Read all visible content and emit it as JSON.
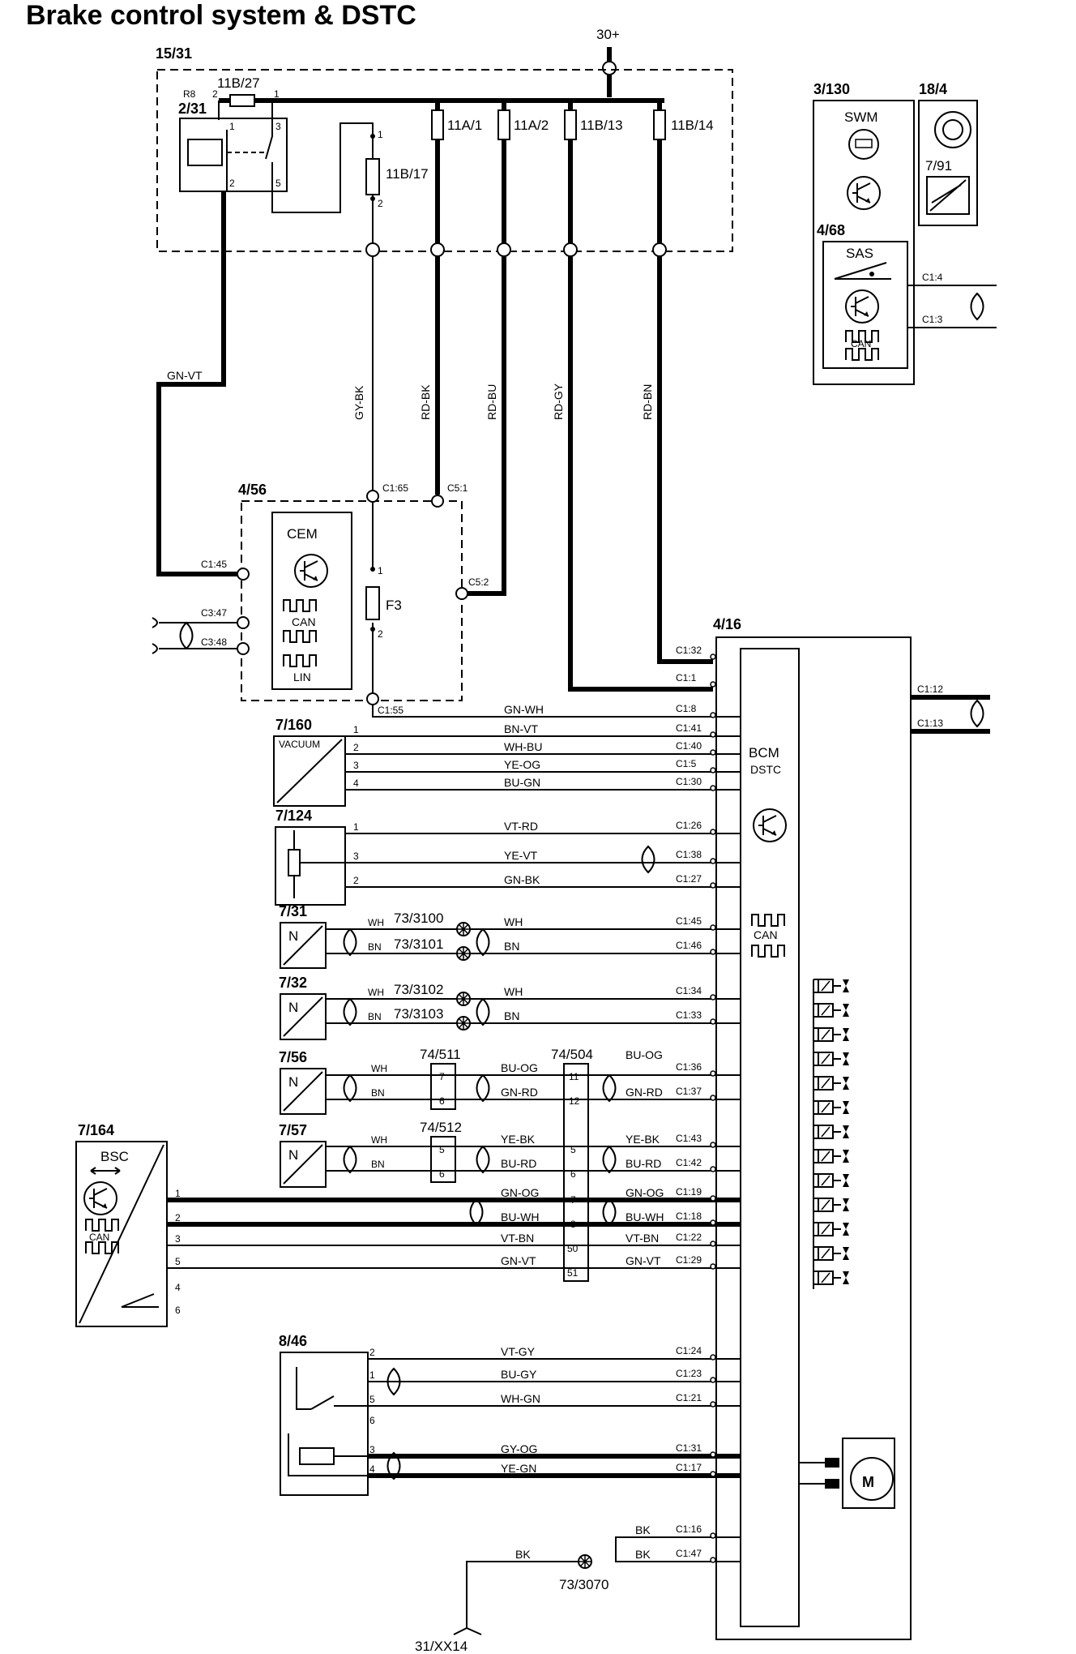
{
  "title": "Brake control system & DSTC",
  "supply": "30+",
  "ground": "31/XX14",
  "components": {
    "fusebox": "15/31",
    "relay": "2/31",
    "relay_ref": "R8",
    "cem": "4/56",
    "cem_name": "CEM",
    "can": "CAN",
    "lin": "LIN",
    "fuse_f3": "F3",
    "swm_box": "3/130",
    "swm": "SWM",
    "horn": "18/4",
    "horn_sensor": "7/91",
    "sas_box": "4/68",
    "sas": "SAS",
    "bcm_box": "4/16",
    "bcm": "BCM",
    "dstc": "DSTC",
    "vacuum_sensor": "7/160",
    "vacuum": "VACUUM",
    "pot_sensor": "7/124",
    "wss1": "7/31",
    "wss2": "7/32",
    "wss3": "7/56",
    "wss4": "7/57",
    "bsc_box": "7/164",
    "bsc": "BSC",
    "switch_box": "8/46",
    "n": "N",
    "conn_511": "74/511",
    "conn_512": "74/512",
    "conn_504": "74/504",
    "splice_ground": "73/3070"
  },
  "fuses": [
    "11B/27",
    "11B/17",
    "11A/1",
    "11A/2",
    "11B/13",
    "11B/14"
  ],
  "wire_colors": {
    "gn_vt": "GN-VT",
    "gy_bk": "GY-BK",
    "rd_bk": "RD-BK",
    "rd_bu": "RD-BU",
    "rd_gy": "RD-GY",
    "rd_bn": "RD-BN",
    "gn_wh": "GN-WH",
    "bn_vt": "BN-VT",
    "wh_bu": "WH-BU",
    "ye_og": "YE-OG",
    "bu_gn": "BU-GN",
    "vt_rd": "VT-RD",
    "ye_vt": "YE-VT",
    "gn_bk": "GN-BK",
    "wh": "WH",
    "bn": "BN",
    "bu_og": "BU-OG",
    "gn_rd": "GN-RD",
    "ye_bk": "YE-BK",
    "bu_rd": "BU-RD",
    "gn_og": "GN-OG",
    "bu_wh": "BU-WH",
    "vt_bn": "VT-BN",
    "vt_gy": "VT-GY",
    "bu_gy": "BU-GY",
    "wh_gn": "WH-GN",
    "gy_og": "GY-OG",
    "ye_gn": "YE-GN",
    "bk": "BK"
  },
  "cem_pins": [
    "C1:65",
    "C5:1",
    "C1:45",
    "C3:47",
    "C3:48",
    "C5:2",
    "C1:55"
  ],
  "sas_pins": [
    "C1:4",
    "C1:3"
  ],
  "bcm_side_pins": [
    "C1:12",
    "C1:13"
  ],
  "splices": [
    "73/3100",
    "73/3101",
    "73/3102",
    "73/3103"
  ],
  "bcm_pins": [
    "C1:32",
    "C1:1",
    "C1:8",
    "C1:41",
    "C1:40",
    "C1:5",
    "C1:30",
    "C1:26",
    "C1:38",
    "C1:27",
    "C1:45",
    "C1:46",
    "C1:34",
    "C1:33",
    "C1:36",
    "C1:37",
    "C1:43",
    "C1:42",
    "C1:19",
    "C1:18",
    "C1:22",
    "C1:29",
    "C1:24",
    "C1:23",
    "C1:21",
    "C1:31",
    "C1:17",
    "C1:16",
    "C1:47"
  ],
  "conn_pins": [
    "11",
    "12",
    "5",
    "6",
    "7",
    "8",
    "50",
    "51",
    "7",
    "6",
    "5",
    "6"
  ],
  "pin_numbers": [
    "1",
    "2",
    "3",
    "4",
    "5",
    "6"
  ]
}
